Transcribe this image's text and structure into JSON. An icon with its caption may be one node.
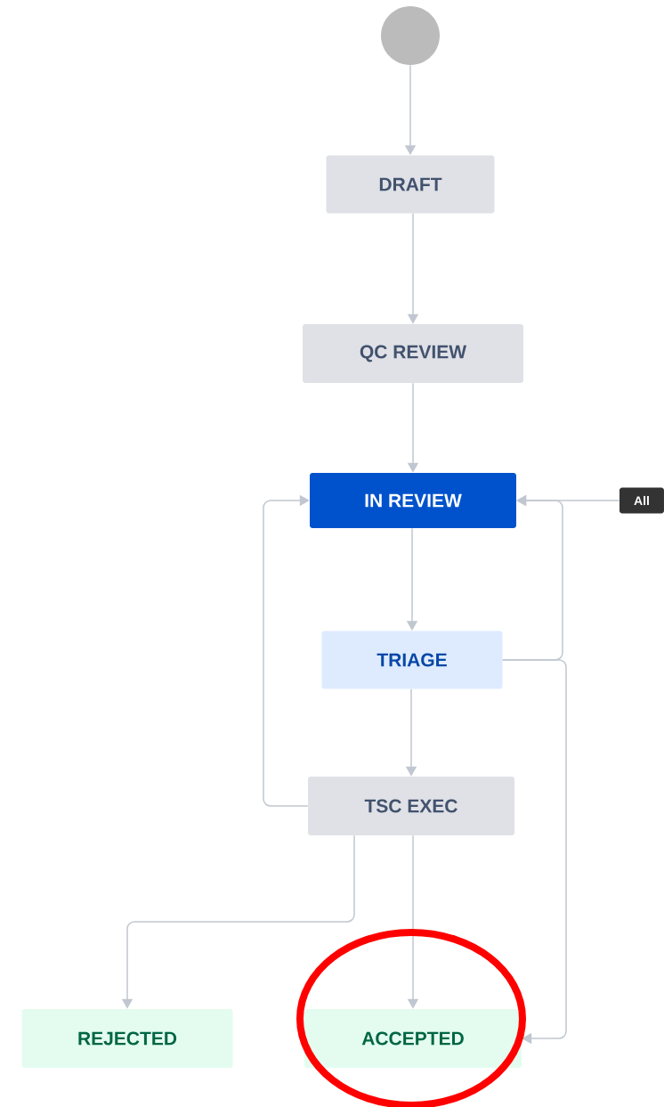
{
  "diagram": {
    "nodes": [
      {
        "text": [],
        "shape": "circle"
      },
      {
        "text": [
          "DRAFT"
        ]
      },
      {
        "text": [
          "QC REVIEW"
        ]
      },
      {
        "text": [
          "IN REVIEW"
        ]
      },
      {
        "text": [
          "TRIAGE"
        ]
      },
      {
        "text": [
          "TSC EXEC"
        ]
      },
      {
        "text": [
          "REJECTED"
        ]
      },
      {
        "text": [
          "ACCEPTED"
        ]
      },
      {
        "text": [
          "All"
        ]
      }
    ],
    "edges": [
      {
        "from": 0,
        "to": 1,
        "arrow": "to"
      },
      {
        "from": 1,
        "to": 2,
        "arrow": "to"
      },
      {
        "from": 2,
        "to": 3,
        "arrow": "to"
      },
      {
        "from": 5,
        "to": 3,
        "arrow": "to"
      },
      {
        "from": 8,
        "to": 3,
        "arrow": "to"
      },
      {
        "from": 4,
        "to": 3,
        "arrow": "to"
      },
      {
        "from": 3,
        "to": 4,
        "arrow": "to"
      },
      {
        "from": 4,
        "to": 7,
        "arrow": "to"
      },
      {
        "from": 4,
        "to": 5,
        "arrow": "to"
      },
      {
        "from": 5,
        "to": 6,
        "arrow": "to"
      },
      {
        "from": 5,
        "to": 7,
        "arrow": "to"
      }
    ]
  }
}
